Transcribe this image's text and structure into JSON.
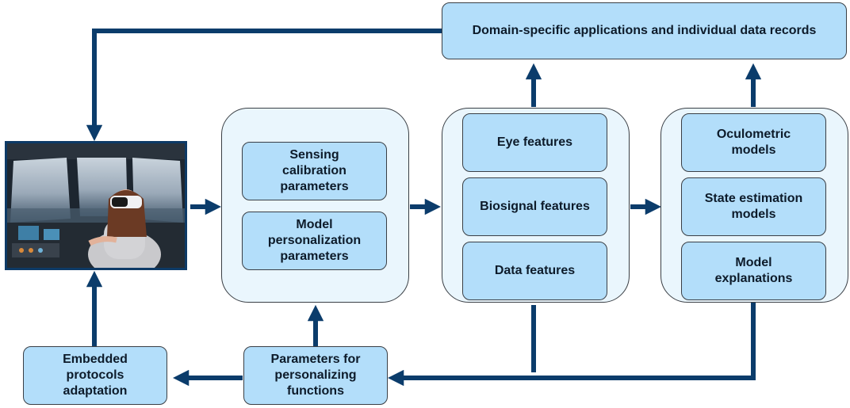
{
  "diagram": {
    "top_box": "Domain-specific applications and individual data records",
    "calibration_panel": {
      "items": [
        "Sensing\ncalibration\nparameters",
        "Model\npersonalization\nparameters"
      ]
    },
    "features_panel": {
      "items": [
        "Eye features",
        "Biosignal features",
        "Data features"
      ]
    },
    "models_panel": {
      "items": [
        "Oculometric\nmodels",
        "State estimation\nmodels",
        "Model\nexplanations"
      ]
    },
    "bottom_left_box": "Embedded\nprotocols\nadaptation",
    "bottom_mid_box": "Parameters for\npersonalizing\nfunctions",
    "image_subject": "vr-cockpit-pilot-image"
  },
  "colors": {
    "arrow": "#0b3c6b",
    "box_fill": "#b3defa",
    "panel_fill": "#eaf6fd",
    "border": "#3a3f45"
  }
}
